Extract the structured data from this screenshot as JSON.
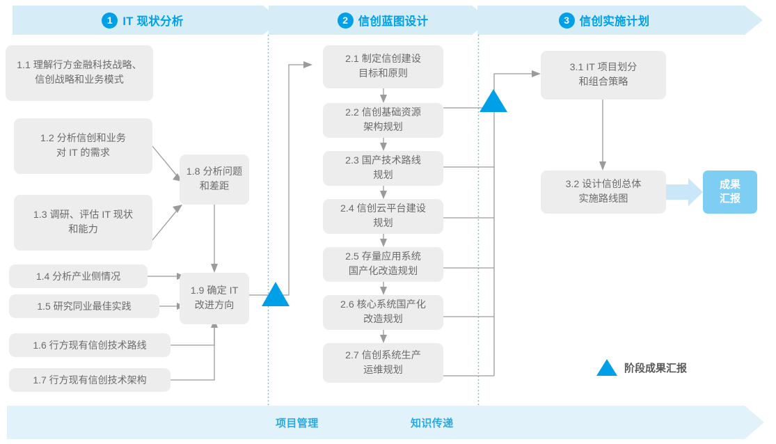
{
  "phases": [
    {
      "number": "1",
      "title": "IT 现状分析"
    },
    {
      "number": "2",
      "title": "信创蓝图设计"
    },
    {
      "number": "3",
      "title": "信创实施计划"
    }
  ],
  "footer": {
    "items": [
      {
        "label": "项目管理"
      },
      {
        "label": "知识传递"
      }
    ]
  },
  "legend": {
    "icon": "triangle-milestone-icon",
    "label": "阶段成果汇报"
  },
  "phase1": {
    "nodes": [
      {
        "id": "1.1",
        "label": "1.1 理解行方金融科技战略、\n信创战略和业务模式"
      },
      {
        "id": "1.2",
        "label": "1.2 分析信创和业务\n对 IT 的需求"
      },
      {
        "id": "1.3",
        "label": "1.3 调研、评估 IT 现状\n和能力"
      },
      {
        "id": "1.4",
        "label": "1.4 分析产业侧情况"
      },
      {
        "id": "1.5",
        "label": "1.5 研究同业最佳实践"
      },
      {
        "id": "1.6",
        "label": "1.6 行方现有信创技术路线"
      },
      {
        "id": "1.7",
        "label": "1.7 行方现有信创技术架构"
      },
      {
        "id": "1.8",
        "label": "1.8 分析问题\n和差距"
      },
      {
        "id": "1.9",
        "label": "1.9 确定 IT\n改进方向"
      }
    ]
  },
  "phase2": {
    "nodes": [
      {
        "id": "2.1",
        "label": "2.1 制定信创建设\n目标和原则"
      },
      {
        "id": "2.2",
        "label": "2.2 信创基础资源\n架构规划"
      },
      {
        "id": "2.3",
        "label": "2.3 国产技术路线\n规划"
      },
      {
        "id": "2.4",
        "label": "2.4 信创云平台建设\n规划"
      },
      {
        "id": "2.5",
        "label": "2.5 存量应用系统\n国产化改造规划"
      },
      {
        "id": "2.6",
        "label": "2.6 核心系统国产化\n改造规划"
      },
      {
        "id": "2.7",
        "label": "2.7 信创系统生产\n运维规划"
      }
    ]
  },
  "phase3": {
    "nodes": [
      {
        "id": "3.1",
        "label": "3.1 IT 项目划分\n和组合策略"
      },
      {
        "id": "3.2",
        "label": "3.2 设计信创总体\n实施路线图"
      }
    ],
    "result": {
      "label": "成果\n汇报"
    }
  },
  "colors": {
    "accent": "#00A0E9",
    "band": "#D6EDF7",
    "node_bg": "#EDEDED",
    "node_text": "#6B6B6B",
    "result_bg": "#7ECEF4",
    "wire": "#9B9B9B",
    "divider": "#6CC6E8",
    "fat_arrow": "#C9E7F8"
  }
}
